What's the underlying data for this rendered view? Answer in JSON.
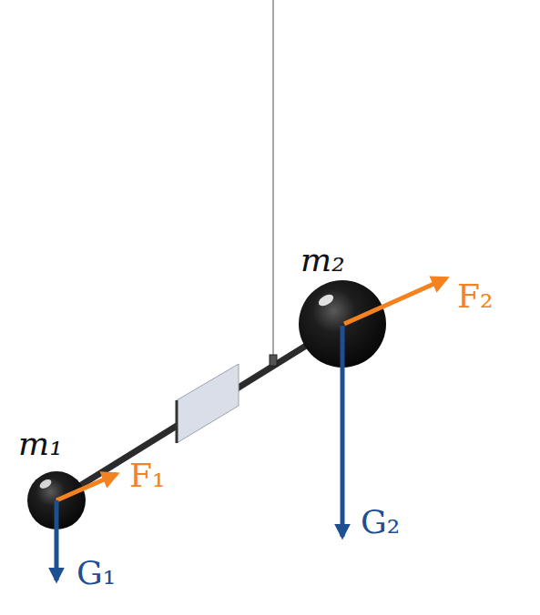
{
  "diagram": {
    "labels": [
      "m₂",
      "F₂",
      "m₁",
      "F₁",
      "G₂",
      "G₁"
    ]
  }
}
